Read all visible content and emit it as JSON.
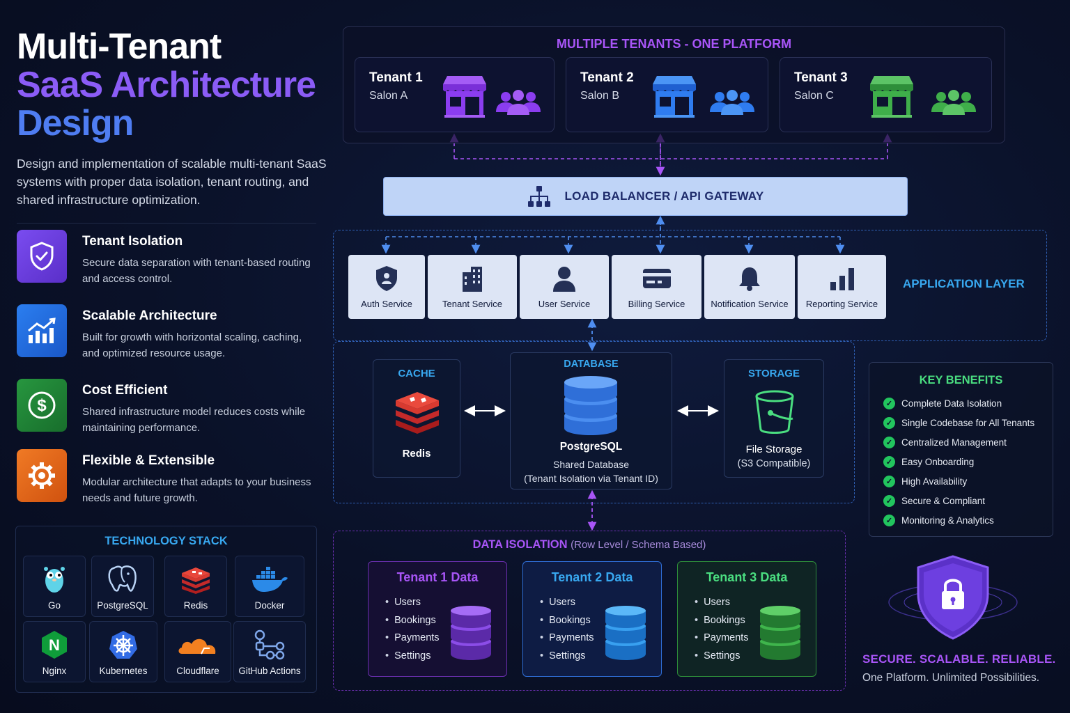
{
  "hero": {
    "title_line1": "Multi-Tenant",
    "title_line2": "SaaS Architecture",
    "title_line3": "Design",
    "description": "Design and implementation of scalable multi-tenant SaaS systems with proper data isolation, tenant routing, and shared infrastructure optimization."
  },
  "features": [
    {
      "title": "Tenant Isolation",
      "desc": "Secure data separation with tenant-based routing and access control.",
      "icon": "shield-check-icon",
      "color": "#6d3fe0"
    },
    {
      "title": "Scalable Architecture",
      "desc": "Built for growth with horizontal scaling, caching, and optimized resource usage.",
      "icon": "growth-chart-icon",
      "color": "#1f6fe0"
    },
    {
      "title": "Cost Efficient",
      "desc": "Shared infrastructure model reduces costs while maintaining performance.",
      "icon": "dollar-icon",
      "color": "#1f8a3a"
    },
    {
      "title": "Flexible & Extensible",
      "desc": "Modular architecture that adapts to your business needs and future growth.",
      "icon": "gear-icon",
      "color": "#e8661a"
    }
  ],
  "tech_stack": {
    "title": "TECHNOLOGY STACK",
    "items": [
      {
        "label": "Go",
        "icon": "gopher-icon"
      },
      {
        "label": "PostgreSQL",
        "icon": "elephant-icon"
      },
      {
        "label": "Redis",
        "icon": "redis-icon"
      },
      {
        "label": "Docker",
        "icon": "docker-whale-icon"
      },
      {
        "label": "Nginx",
        "icon": "nginx-icon"
      },
      {
        "label": "Kubernetes",
        "icon": "kubernetes-icon"
      },
      {
        "label": "Cloudflare",
        "icon": "cloud-icon"
      },
      {
        "label": "GitHub Actions",
        "icon": "workflow-icon"
      }
    ]
  },
  "tenants": {
    "title": "MULTIPLE TENANTS - ONE PLATFORM",
    "items": [
      {
        "name": "Tenant 1",
        "sub": "Salon A",
        "color": "#8b3df0"
      },
      {
        "name": "Tenant 2",
        "sub": "Salon B",
        "color": "#2f7cf0"
      },
      {
        "name": "Tenant 3",
        "sub": "Salon C",
        "color": "#3fae4a"
      }
    ]
  },
  "load_balancer": {
    "label": "LOAD BALANCER / API GATEWAY",
    "icon": "network-icon"
  },
  "application_layer": {
    "label": "APPLICATION LAYER",
    "services": [
      {
        "label": "Auth Service",
        "icon": "shield-icon"
      },
      {
        "label": "Tenant Service",
        "icon": "building-icon"
      },
      {
        "label": "User Service",
        "icon": "user-icon"
      },
      {
        "label": "Billing Service",
        "icon": "credit-card-icon"
      },
      {
        "label": "Notification Service",
        "icon": "bell-icon"
      },
      {
        "label": "Reporting Service",
        "icon": "bar-chart-icon"
      }
    ]
  },
  "data_layer": {
    "cache": {
      "title": "CACHE",
      "name": "Redis"
    },
    "database": {
      "title": "DATABASE",
      "name": "PostgreSQL",
      "desc1": "Shared Database",
      "desc2": "(Tenant Isolation via Tenant ID)"
    },
    "storage": {
      "title": "STORAGE",
      "name": "File Storage",
      "desc": "(S3 Compatible)"
    }
  },
  "benefits": {
    "title": "KEY BENEFITS",
    "items": [
      "Complete Data Isolation",
      "Single Codebase for All Tenants",
      "Centralized Management",
      "Easy Onboarding",
      "High Availability",
      "Secure & Compliant",
      "Monitoring & Analytics"
    ]
  },
  "data_isolation": {
    "title": "DATA ISOLATION",
    "subtitle": "(Row Level / Schema Based)",
    "tenants": [
      {
        "title": "Tenant 1 Data",
        "items": [
          "Users",
          "Bookings",
          "Payments",
          "Settings"
        ],
        "color": "#a855f7"
      },
      {
        "title": "Tenant 2 Data",
        "items": [
          "Users",
          "Bookings",
          "Payments",
          "Settings"
        ],
        "color": "#38a8f0"
      },
      {
        "title": "Tenant 3 Data",
        "items": [
          "Users",
          "Bookings",
          "Payments",
          "Settings"
        ],
        "color": "#4ade80"
      }
    ]
  },
  "tagline": {
    "main": "SECURE. SCALABLE. RELIABLE.",
    "sub": "One Platform. Unlimited Possibilities."
  }
}
